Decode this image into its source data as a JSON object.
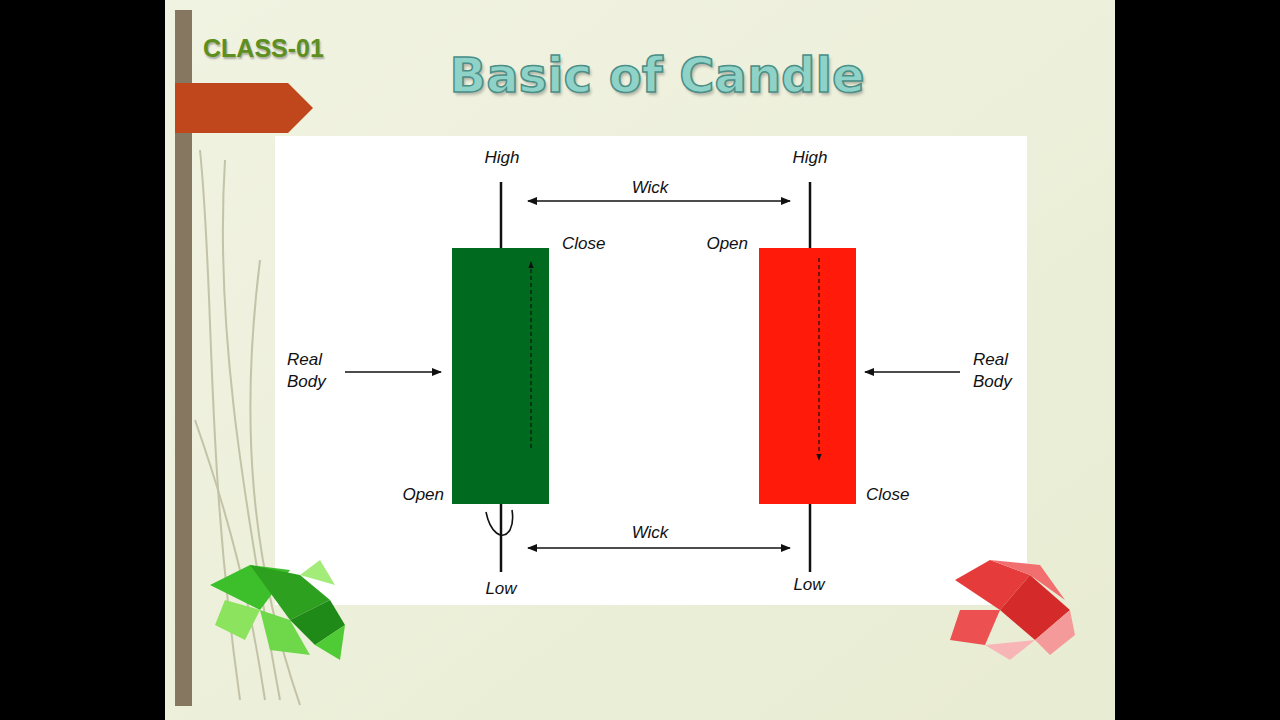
{
  "diagram": {
    "title": "Basic of Candle",
    "labels": [
      "CLASS-01",
      "High",
      "High",
      "Wick",
      "Close",
      "Open",
      "Real Body",
      "Real Body",
      "Open",
      "Close",
      "Wick",
      "Low",
      "Low"
    ]
  }
}
